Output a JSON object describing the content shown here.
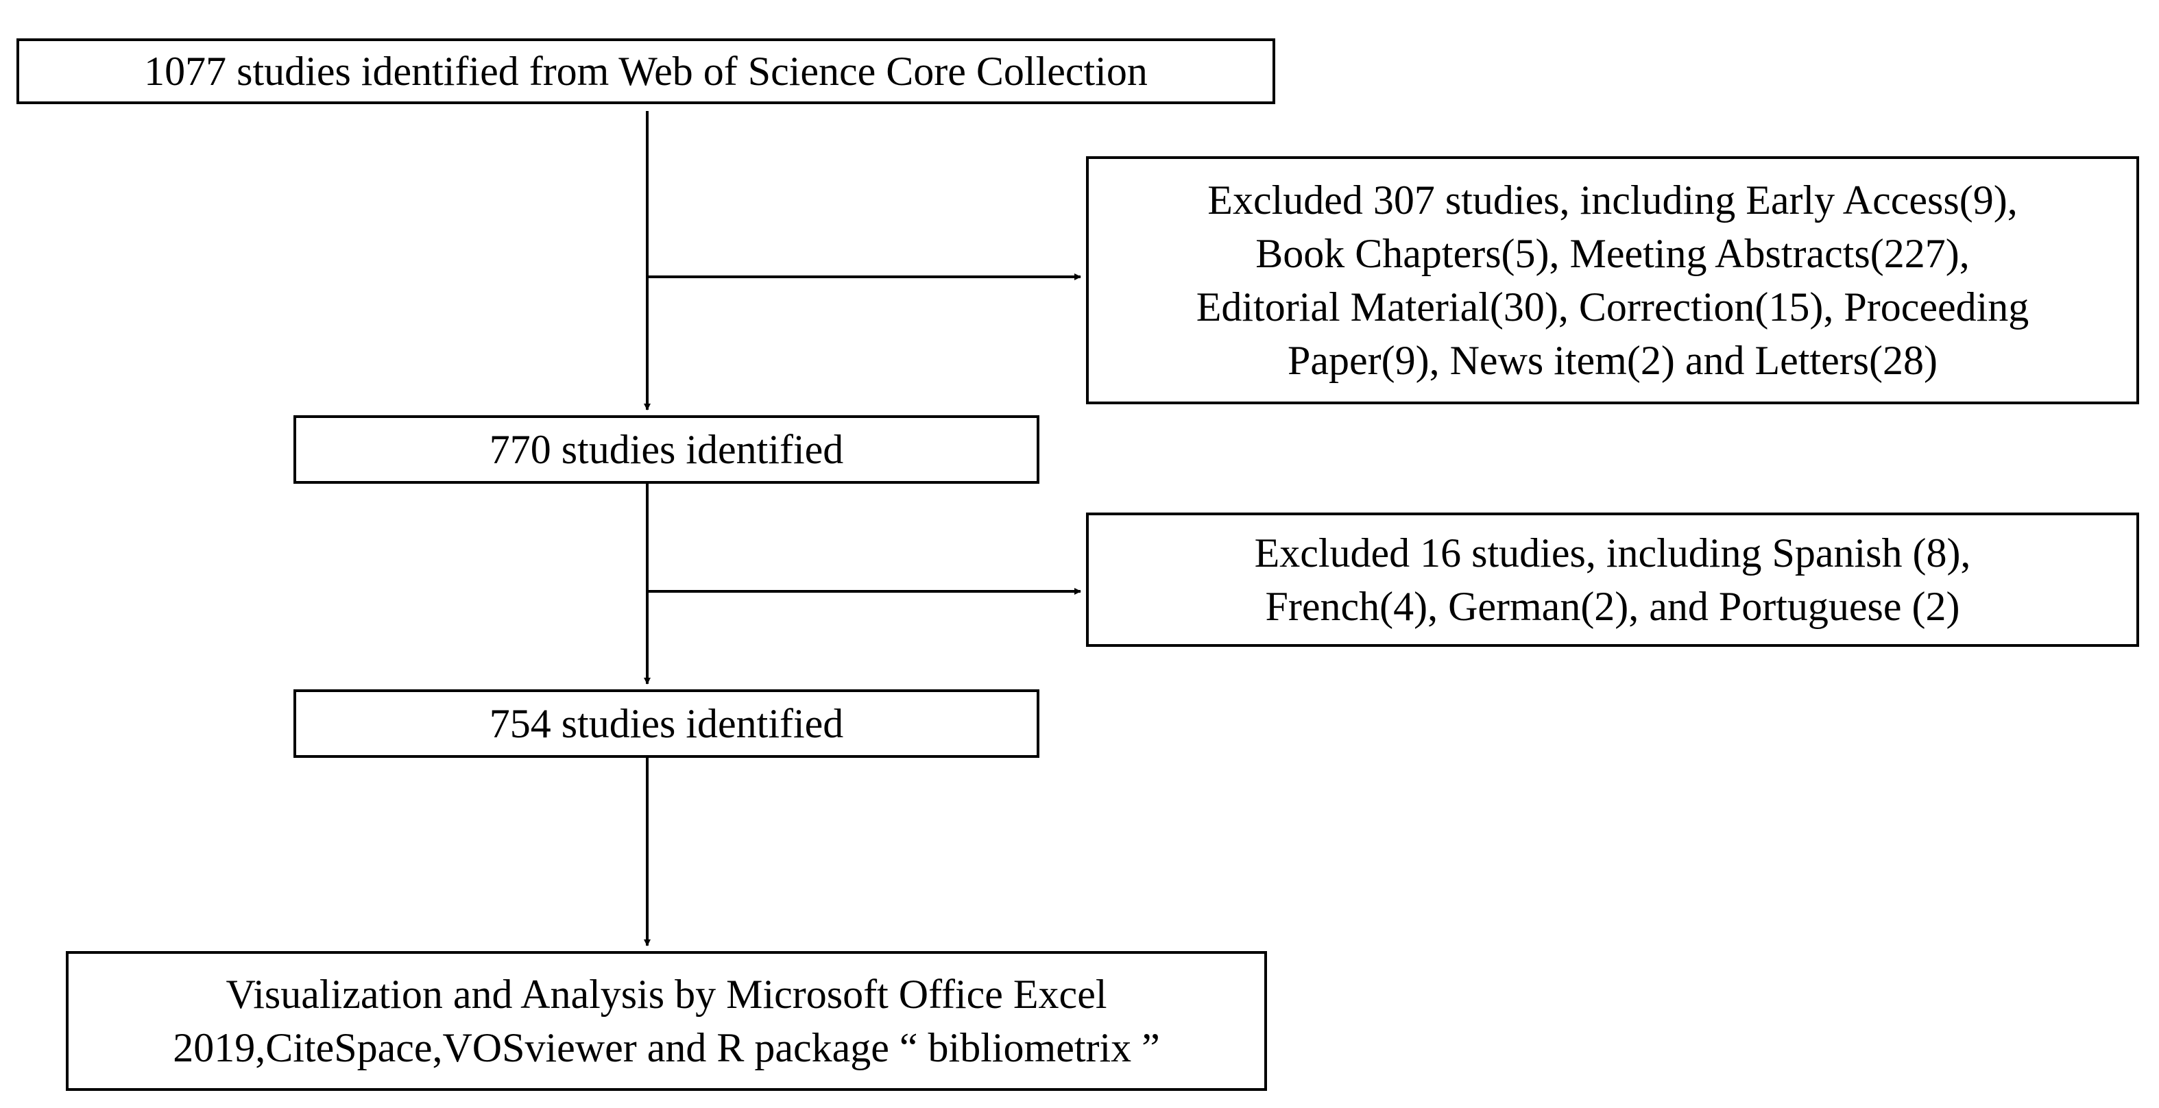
{
  "boxes": {
    "identified_wos": {
      "lines": [
        "1077 studies identified from Web of Science Core Collection"
      ]
    },
    "excluded_types": {
      "lines": [
        "Excluded 307 studies, including Early Access(9),",
        "Book Chapters(5),  Meeting Abstracts(227),",
        "Editorial Material(30), Correction(15), Proceeding",
        "Paper(9), News item(2) and Letters(28)"
      ]
    },
    "identified_770": {
      "lines": [
        "770 studies identified"
      ]
    },
    "excluded_language": {
      "lines": [
        "Excluded 16 studies, including Spanish (8),",
        "French(4), German(2), and Portuguese (2)"
      ]
    },
    "identified_754": {
      "lines": [
        "754 studies identified"
      ]
    },
    "analysis": {
      "lines": [
        "Visualization and Analysis by Microsoft Office Excel",
        "2019,CiteSpace,VOSviewer and R package “ bibliometrix ”"
      ]
    }
  },
  "colors": {
    "stroke": "#000000",
    "background": "#ffffff"
  }
}
